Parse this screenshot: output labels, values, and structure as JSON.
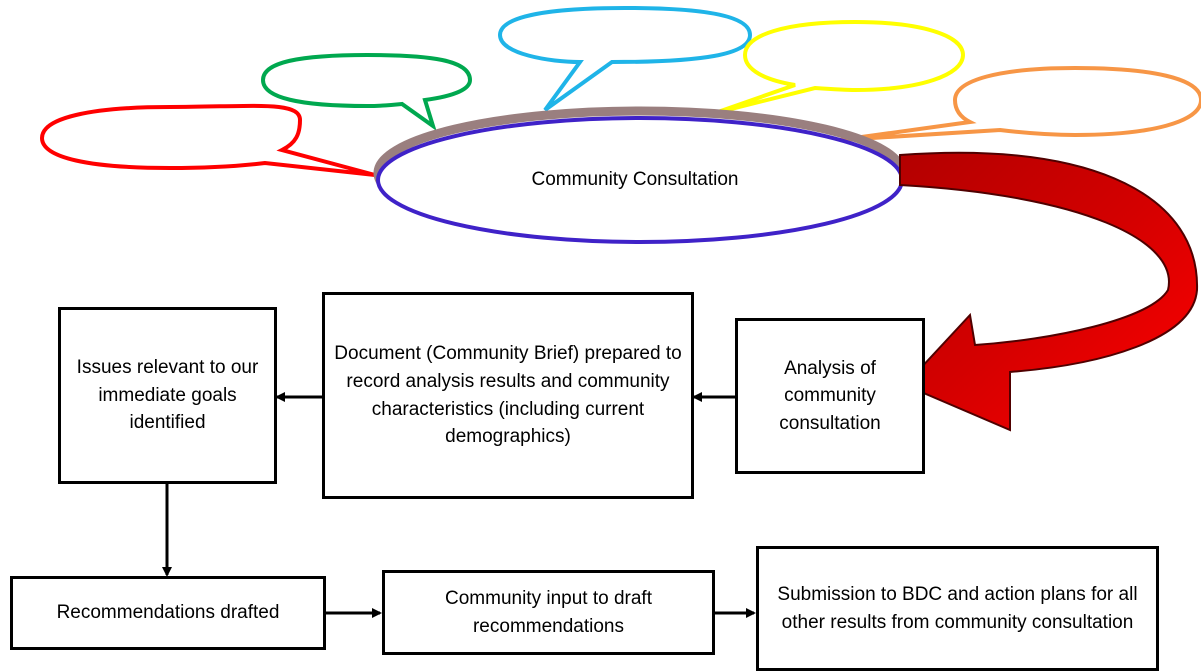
{
  "diagram": {
    "center_label": "Community Consultation",
    "boxes": {
      "analysis": "Analysis of community consultation",
      "document": "Document (Community Brief) prepared to record analysis results and community characteristics  (including current demographics)",
      "issues": "Issues relevant to our immediate goals identified",
      "recommendations": "Recommendations drafted",
      "community_input": "Community input to draft recommendations",
      "submission": "Submission to BDC and action plans for  all other results from community consultation"
    },
    "colors": {
      "bubble_red": "#ff0000",
      "bubble_green": "#00a84f",
      "bubble_blue": "#1fb4e8",
      "bubble_yellow": "#ffff00",
      "bubble_orange": "#f79646",
      "oval_border": "#3f22c8",
      "oval_shadow": "#9a7f7f",
      "arrow_red": "#ff0000",
      "arrow_dark_red": "#b30000"
    }
  }
}
